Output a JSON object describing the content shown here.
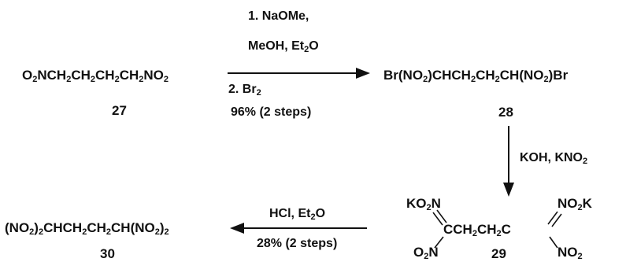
{
  "compounds": {
    "c27": {
      "number": "27"
    },
    "c28": {
      "number": "28"
    },
    "c29": {
      "number": "29",
      "middle": "CCH",
      "middle2": "CH",
      "middle3": "C"
    },
    "c30": {
      "number": "30"
    }
  },
  "steps": {
    "step1": {
      "line1": "1. NaOMe,",
      "line2": "MeOH, Et",
      "line2b": "O",
      "line3": "2. Br",
      "yield": "96% (2 steps)"
    },
    "step2": {
      "reagents": "KOH, KNO"
    },
    "step3": {
      "reagents": "HCl, Et",
      "reagents_b": "O",
      "yield": "28% (2 steps)"
    }
  },
  "colors": {
    "ink": "#111111"
  }
}
